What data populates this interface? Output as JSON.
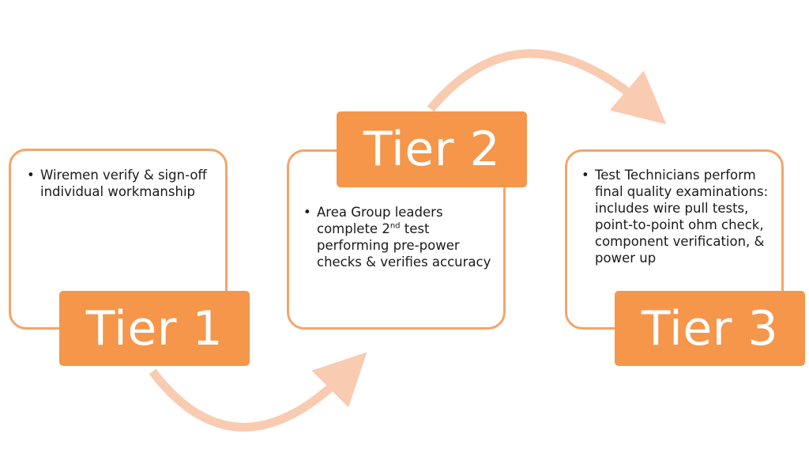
{
  "colors": {
    "accent": "#f5964a",
    "card_border": "#f4a56a",
    "arrow": "#f9cbb0",
    "text": "#1a1a1a",
    "tier_text": "#ffffff"
  },
  "tiers": [
    {
      "label": "Tier 1",
      "bullets": [
        {
          "text": "Wiremen verify & sign-off individual workmanship"
        }
      ]
    },
    {
      "label": "Tier 2",
      "bullets": [
        {
          "pre": "Area Group leaders complete 2",
          "sup": "nd",
          "post": " test performing pre-power checks & verifies accuracy"
        }
      ]
    },
    {
      "label": "Tier 3",
      "bullets": [
        {
          "text": "Test Technicians perform final quality examinations: includes wire pull tests, point-to-point ohm check, component verification, & power up"
        }
      ]
    }
  ]
}
